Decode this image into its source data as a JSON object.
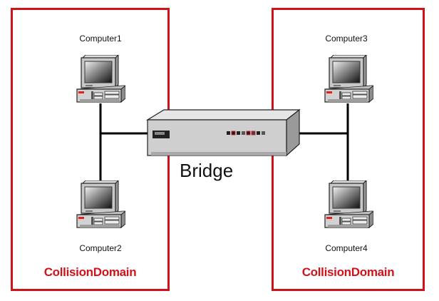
{
  "diagram": {
    "title": "Bridge separating two collision domains",
    "bridge": {
      "label": "Bridge"
    },
    "domains": [
      {
        "label": "CollisionDomain",
        "computers": [
          "Computer1",
          "Computer2"
        ]
      },
      {
        "label": "CollisionDomain",
        "computers": [
          "Computer3",
          "Computer4"
        ]
      }
    ],
    "colors": {
      "domain_border": "#d0121b",
      "cable": "#000000",
      "device_body": "#c8c8c8"
    }
  }
}
